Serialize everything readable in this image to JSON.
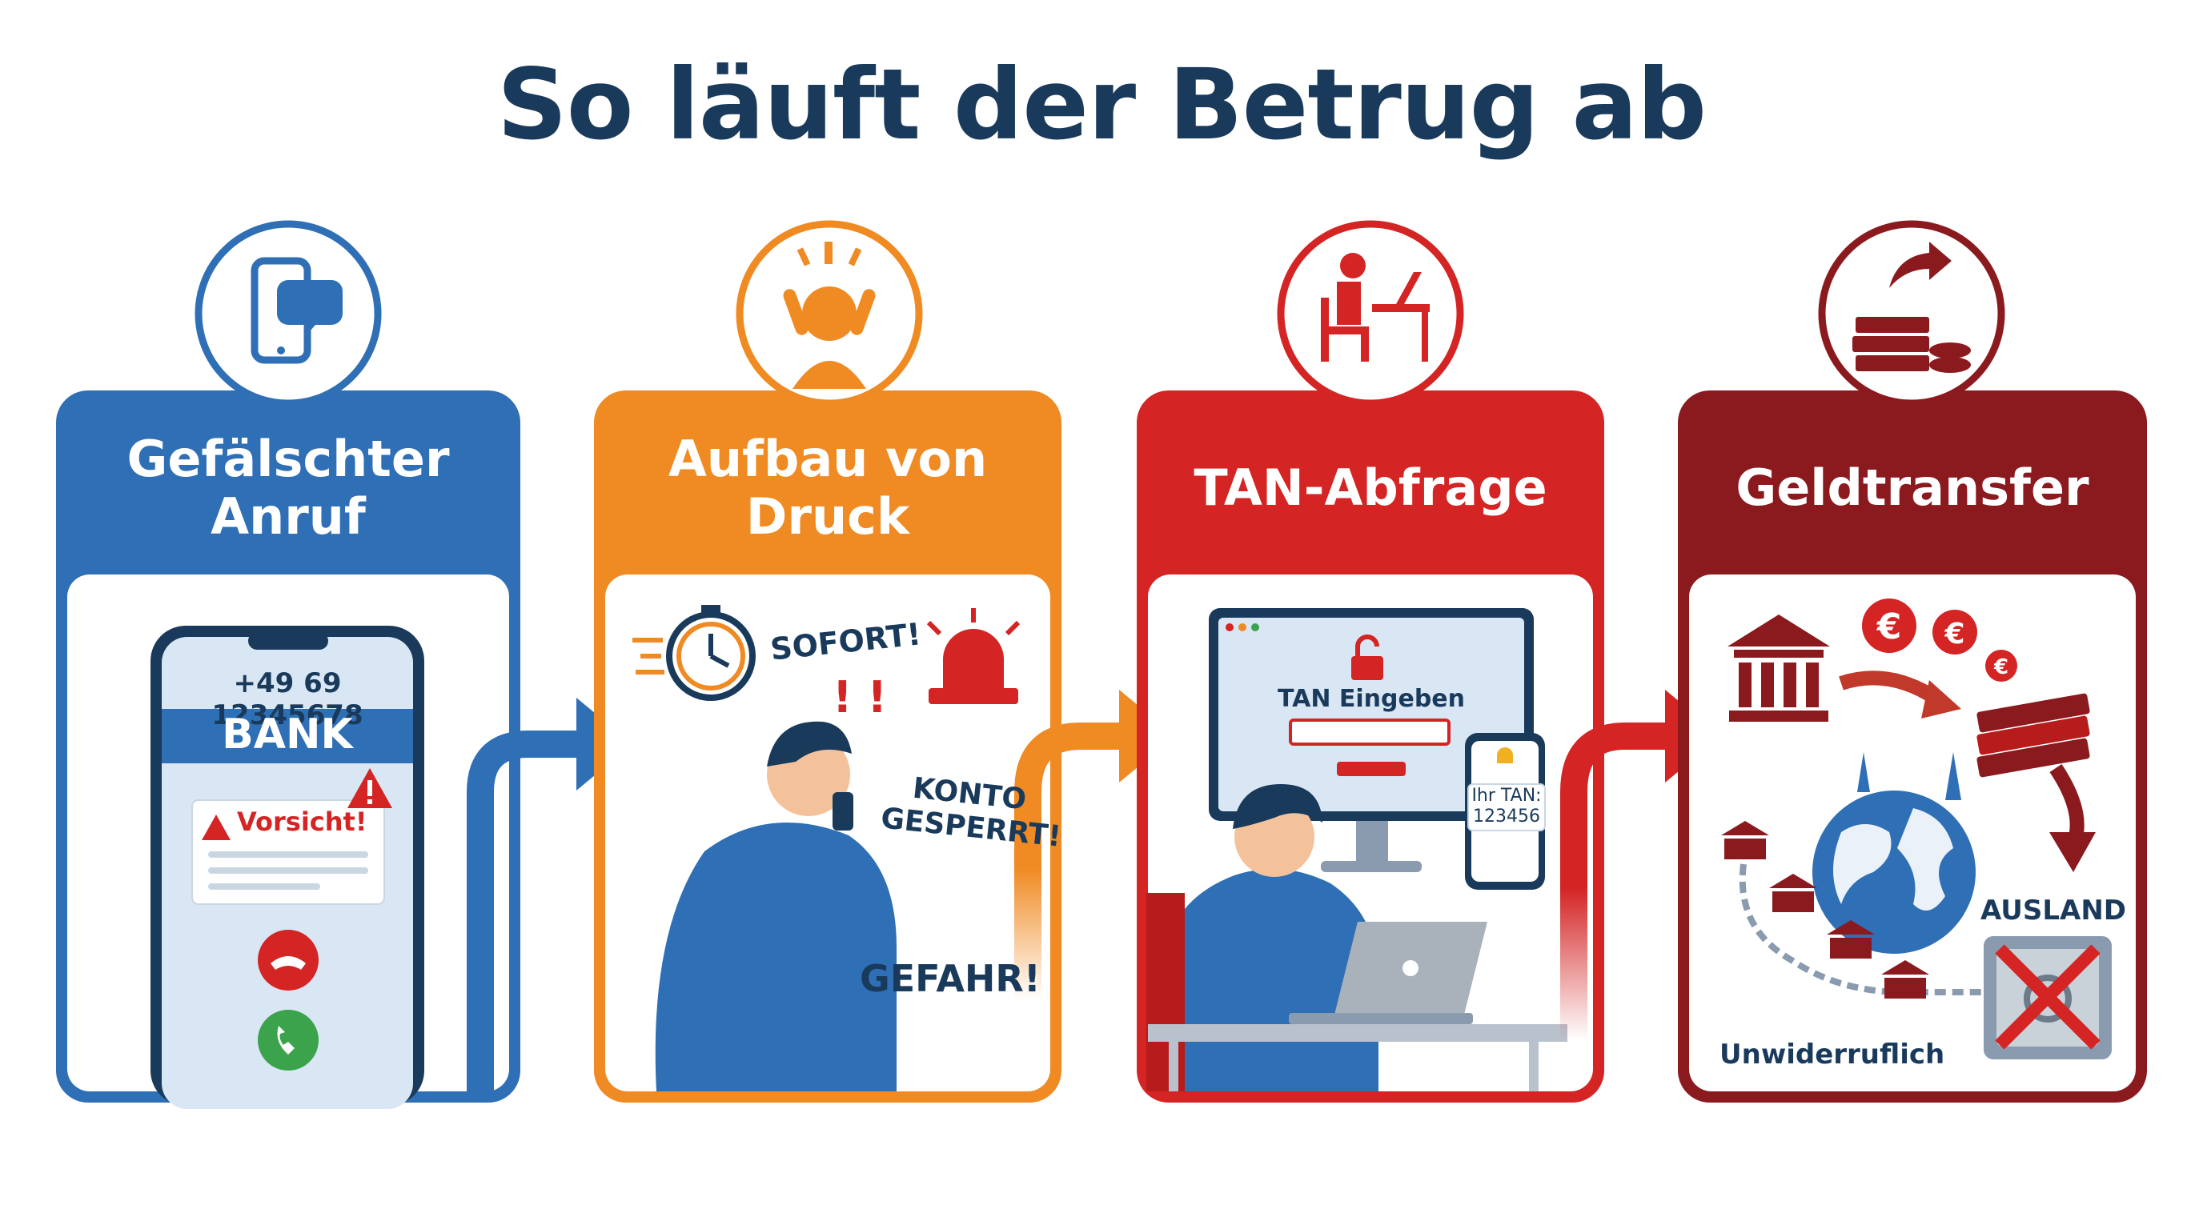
{
  "title": "So läuft der Betrug ab",
  "colors": {
    "blue": "#2f6fb5",
    "orange": "#f08a22",
    "red": "#d42424",
    "darkred": "#8b1a1f",
    "navy": "#1a3a5c"
  },
  "steps": [
    {
      "title_line1": "Gefälschter",
      "title_line2": "Anruf",
      "icon": "smartphone-chat-icon",
      "phone_number": "+49 69 12345678",
      "caller": "BANK",
      "warning": "Vorsicht!"
    },
    {
      "title_line1": "Aufbau von",
      "title_line2": "Druck",
      "icon": "stressed-person-icon",
      "badge_now": "SOFORT!",
      "badge_blocked_1": "KONTO",
      "badge_blocked_2": "GESPERRT!",
      "badge_danger": "GEFAHR!"
    },
    {
      "title": "TAN-Abfrage",
      "icon": "person-at-laptop-icon",
      "screen_label": "TAN Eingeben",
      "sms_line1": "Ihr TAN:",
      "sms_line2": "123456"
    },
    {
      "title": "Geldtransfer",
      "icon": "money-transfer-icon",
      "abroad": "AUSLAND",
      "irreversible": "Unwiderruflich"
    }
  ]
}
